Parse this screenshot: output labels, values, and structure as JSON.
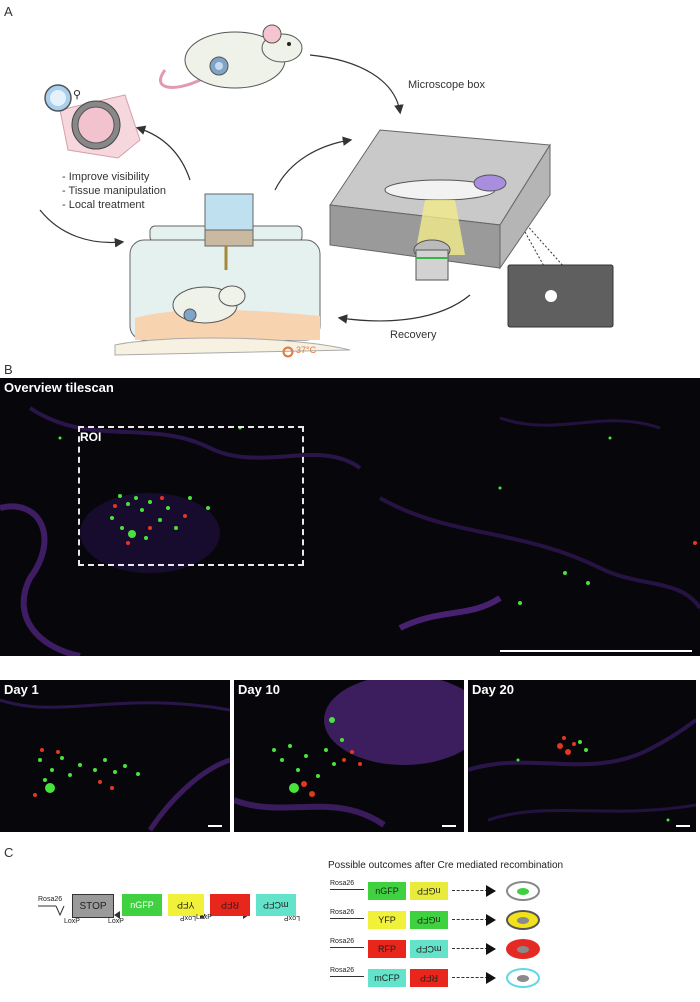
{
  "panels": {
    "a": "A",
    "b": "B",
    "c": "C"
  },
  "panel_a": {
    "microscope_box": "Microscope box",
    "recovery": "Recovery",
    "temperature": "37°C",
    "benefits": [
      "- Improve visibility",
      "- Tissue manipulation",
      "- Local treatment"
    ]
  },
  "panel_b": {
    "overview_title": "Overview tilescan",
    "roi_label": "ROI",
    "days": [
      "Day 1",
      "Day 10",
      "Day 20"
    ]
  },
  "panel_c": {
    "outcomes_title": "Possible outcomes after Cre mediated recombination",
    "construct": {
      "promoter": "Rosa26",
      "boxes": [
        "STOP",
        "nGFP",
        "YFP",
        "RFP",
        "mCFP"
      ],
      "loxp": [
        "LoxP",
        "LoxP",
        "LoxP",
        "LoxP",
        "LoxP"
      ]
    },
    "outcomes": [
      {
        "promoter": "Rosa26",
        "box1": "nGFP",
        "box2": "nGFP",
        "c1": "#3fd13f",
        "c2": "#e8ea3c",
        "cell_fill": "#ffffff",
        "cell_ring": "#888888",
        "nucleus": "#3fcf3f"
      },
      {
        "promoter": "Rosa26",
        "box1": "YFP",
        "box2": "nGFP",
        "c1": "#f1f13a",
        "c2": "#3fd13f",
        "cell_fill": "#f2e21b",
        "cell_ring": "#555555",
        "nucleus": "#8a8a8a"
      },
      {
        "promoter": "Rosa26",
        "box1": "RFP",
        "box2": "mCFP",
        "c1": "#e8261c",
        "c2": "#63e3c9",
        "cell_fill": "#e42a22",
        "cell_ring": "#e42a22",
        "nucleus": "#8a8a8a"
      },
      {
        "promoter": "Rosa26",
        "box1": "mCFP",
        "box2": "RFP",
        "c1": "#63e3c9",
        "c2": "#e8261c",
        "cell_fill": "#ffffff",
        "cell_ring": "#5fd8e6",
        "nucleus": "#8a8a8a"
      }
    ]
  }
}
